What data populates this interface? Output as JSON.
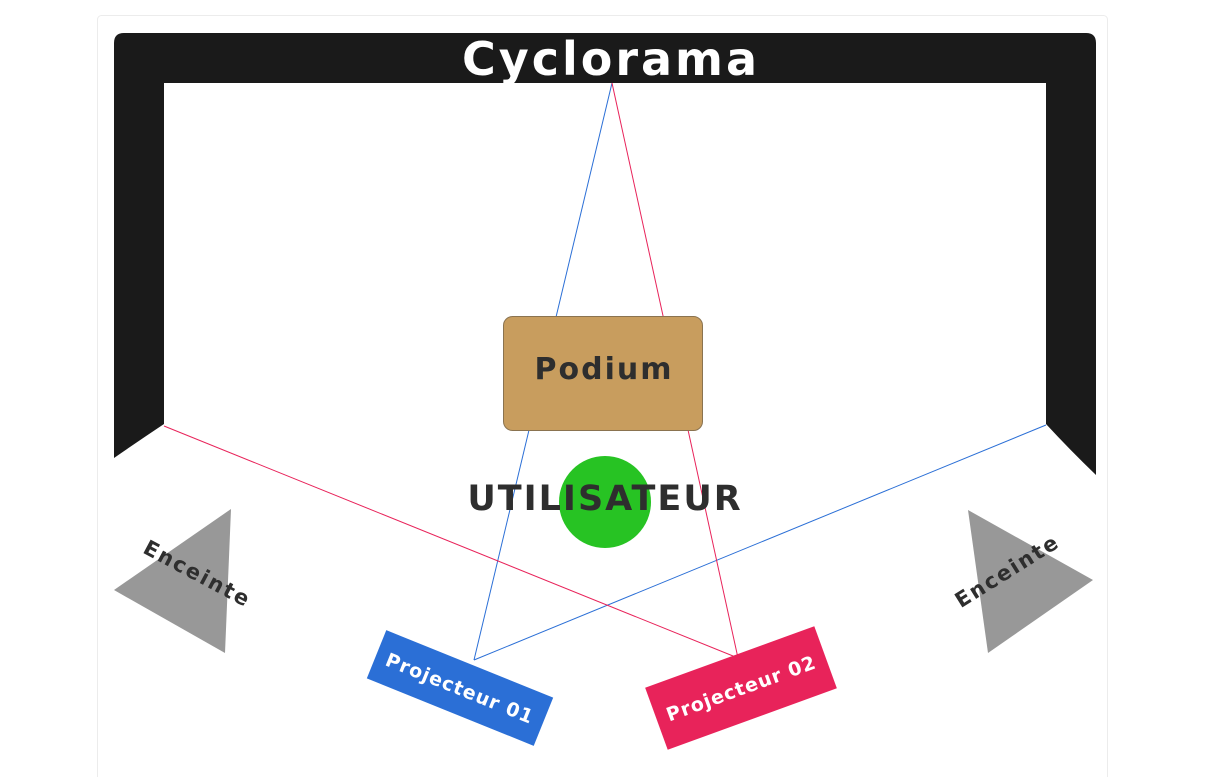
{
  "stage": {
    "cyclorama_label": "Cyclorama",
    "podium_label": "Podium",
    "user_label": "UTILISATEUR",
    "speaker_left_label": "Enceinte",
    "speaker_right_label": "Enceinte",
    "projector_1_label": "Projecteur 01",
    "projector_2_label": "Projecteur 02"
  },
  "colors": {
    "cyclorama": "#1a1a1a",
    "podium_fill": "#c89d5e",
    "podium_stroke": "#8a7350",
    "user": "#27c323",
    "speaker": "#989898",
    "projector_1": "#2b6fd6",
    "projector_2": "#e8235a",
    "label_dark": "#2e2e2e",
    "label_light": "#ffffff"
  }
}
